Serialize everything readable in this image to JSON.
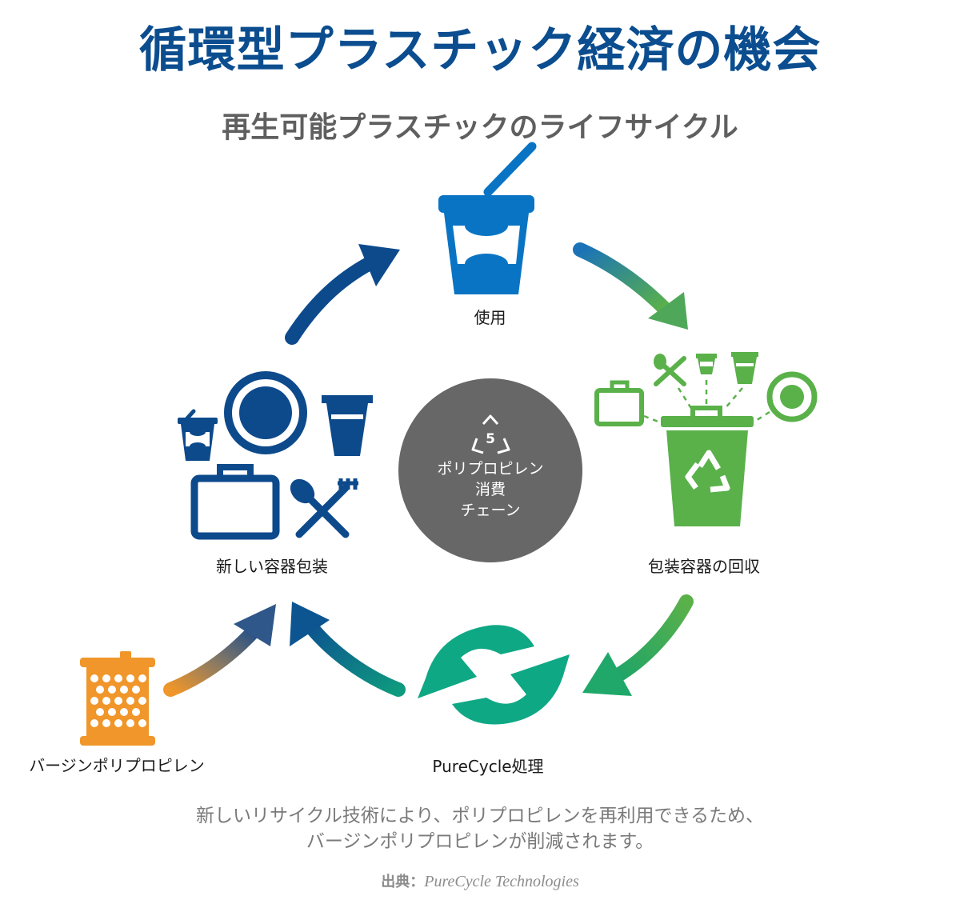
{
  "title": "循環型プラスチック経済の機会",
  "subtitle": "再生可能プラスチックのライフサイクル",
  "nodes": {
    "use": "使用",
    "collection": "包装容器の回収",
    "processing": "PureCycle処理",
    "new_packaging": "新しい容器包装",
    "virgin": "バージンポリプロピレン"
  },
  "center": {
    "recycle_code": "5",
    "line1": "ポリプロピレン",
    "line2": "消費",
    "line3": "チェーン"
  },
  "description": {
    "line1": "新しいリサイクル技術により、ポリプロピレンを再利用できるため、",
    "line2": "バージンポリプロピレンが削減されます。"
  },
  "source": {
    "label": "出典：",
    "name": "PureCycle Technologies"
  },
  "colors": {
    "title_blue": "#0b4d8f",
    "use_blue": "#0a74c4",
    "dark_blue": "#0d4a8c",
    "green": "#5ab14a",
    "teal": "#0ea884",
    "orange": "#f0962a",
    "center_gray": "#676767"
  },
  "icons": [
    "cup-with-spoon-icon",
    "luggage-icon",
    "fork-spoon-icon",
    "plate-icon",
    "trash-can-icon",
    "recycle-icon",
    "cycle-arrows-icon",
    "pellet-bag-icon"
  ]
}
